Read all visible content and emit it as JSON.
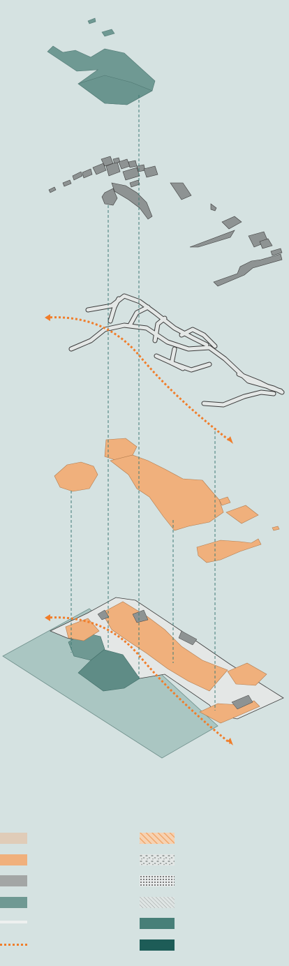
{
  "colors": {
    "background": "#d5e2e1",
    "base_plane": "#aac6c2",
    "teal_layer": "#6f9993",
    "grey_layer": "#8e9393",
    "road_fill": "#e4e7e6",
    "orange_fill": "#f0b07c",
    "orange_line": "#f07d2a",
    "dashed_connector": "#3f7b76",
    "outline": "#3a3a3a"
  },
  "legend": {
    "left": [
      {
        "icon": "light-tan-swatch",
        "color": "#e0ccb8",
        "style": "fill"
      },
      {
        "icon": "orange-swatch",
        "color": "#f0b07c",
        "style": "fill"
      },
      {
        "icon": "grey-swatch",
        "color": "#a3a6a5",
        "style": "fill"
      },
      {
        "icon": "teal-swatch",
        "color": "#6f9993",
        "style": "fill"
      },
      {
        "icon": "white-line-swatch",
        "color": "#eef0ef",
        "style": "line"
      },
      {
        "icon": "orange-dotted-line-swatch",
        "color": "#f07d2a",
        "style": "dotted"
      }
    ],
    "right": [
      {
        "icon": "orange-hatch-swatch",
        "color": "#f0b07c",
        "style": "hatch"
      },
      {
        "icon": "grey-gravel-swatch",
        "color": "#9aa09f",
        "style": "gravel"
      },
      {
        "icon": "black-dots-swatch",
        "color": "#2a2a2a",
        "style": "dots"
      },
      {
        "icon": "grey-hatch-swatch",
        "color": "#9aa09f",
        "style": "lighthatch"
      },
      {
        "icon": "dark-teal-swatch",
        "color": "#477f78",
        "style": "fill"
      },
      {
        "icon": "darkest-teal-swatch",
        "color": "#1d5c57",
        "style": "fill"
      }
    ]
  }
}
